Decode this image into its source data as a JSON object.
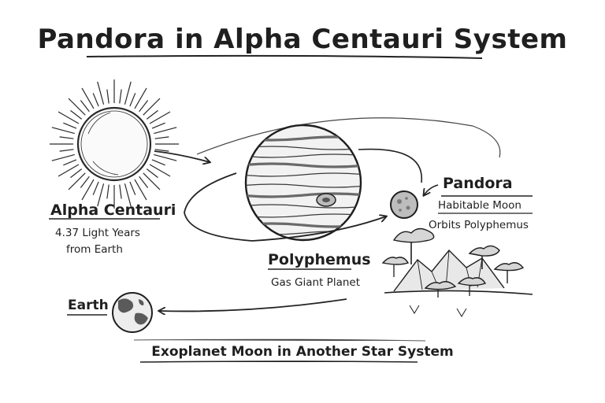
{
  "title": "Pandora in Alpha Centauri System",
  "alpha_centauri": {
    "name": "Alpha Centauri",
    "distance_line1": "4.37 Light Years",
    "distance_line2": "from Earth"
  },
  "polyphemus": {
    "name": "Polyphemus",
    "description": "Gas Giant Planet"
  },
  "pandora": {
    "name": "Pandora",
    "line1": "Habitable Moon",
    "line2": "Orbits Polyphemus"
  },
  "earth": {
    "name": "Earth"
  },
  "footer": "Exoplanet Moon in Another Star System"
}
